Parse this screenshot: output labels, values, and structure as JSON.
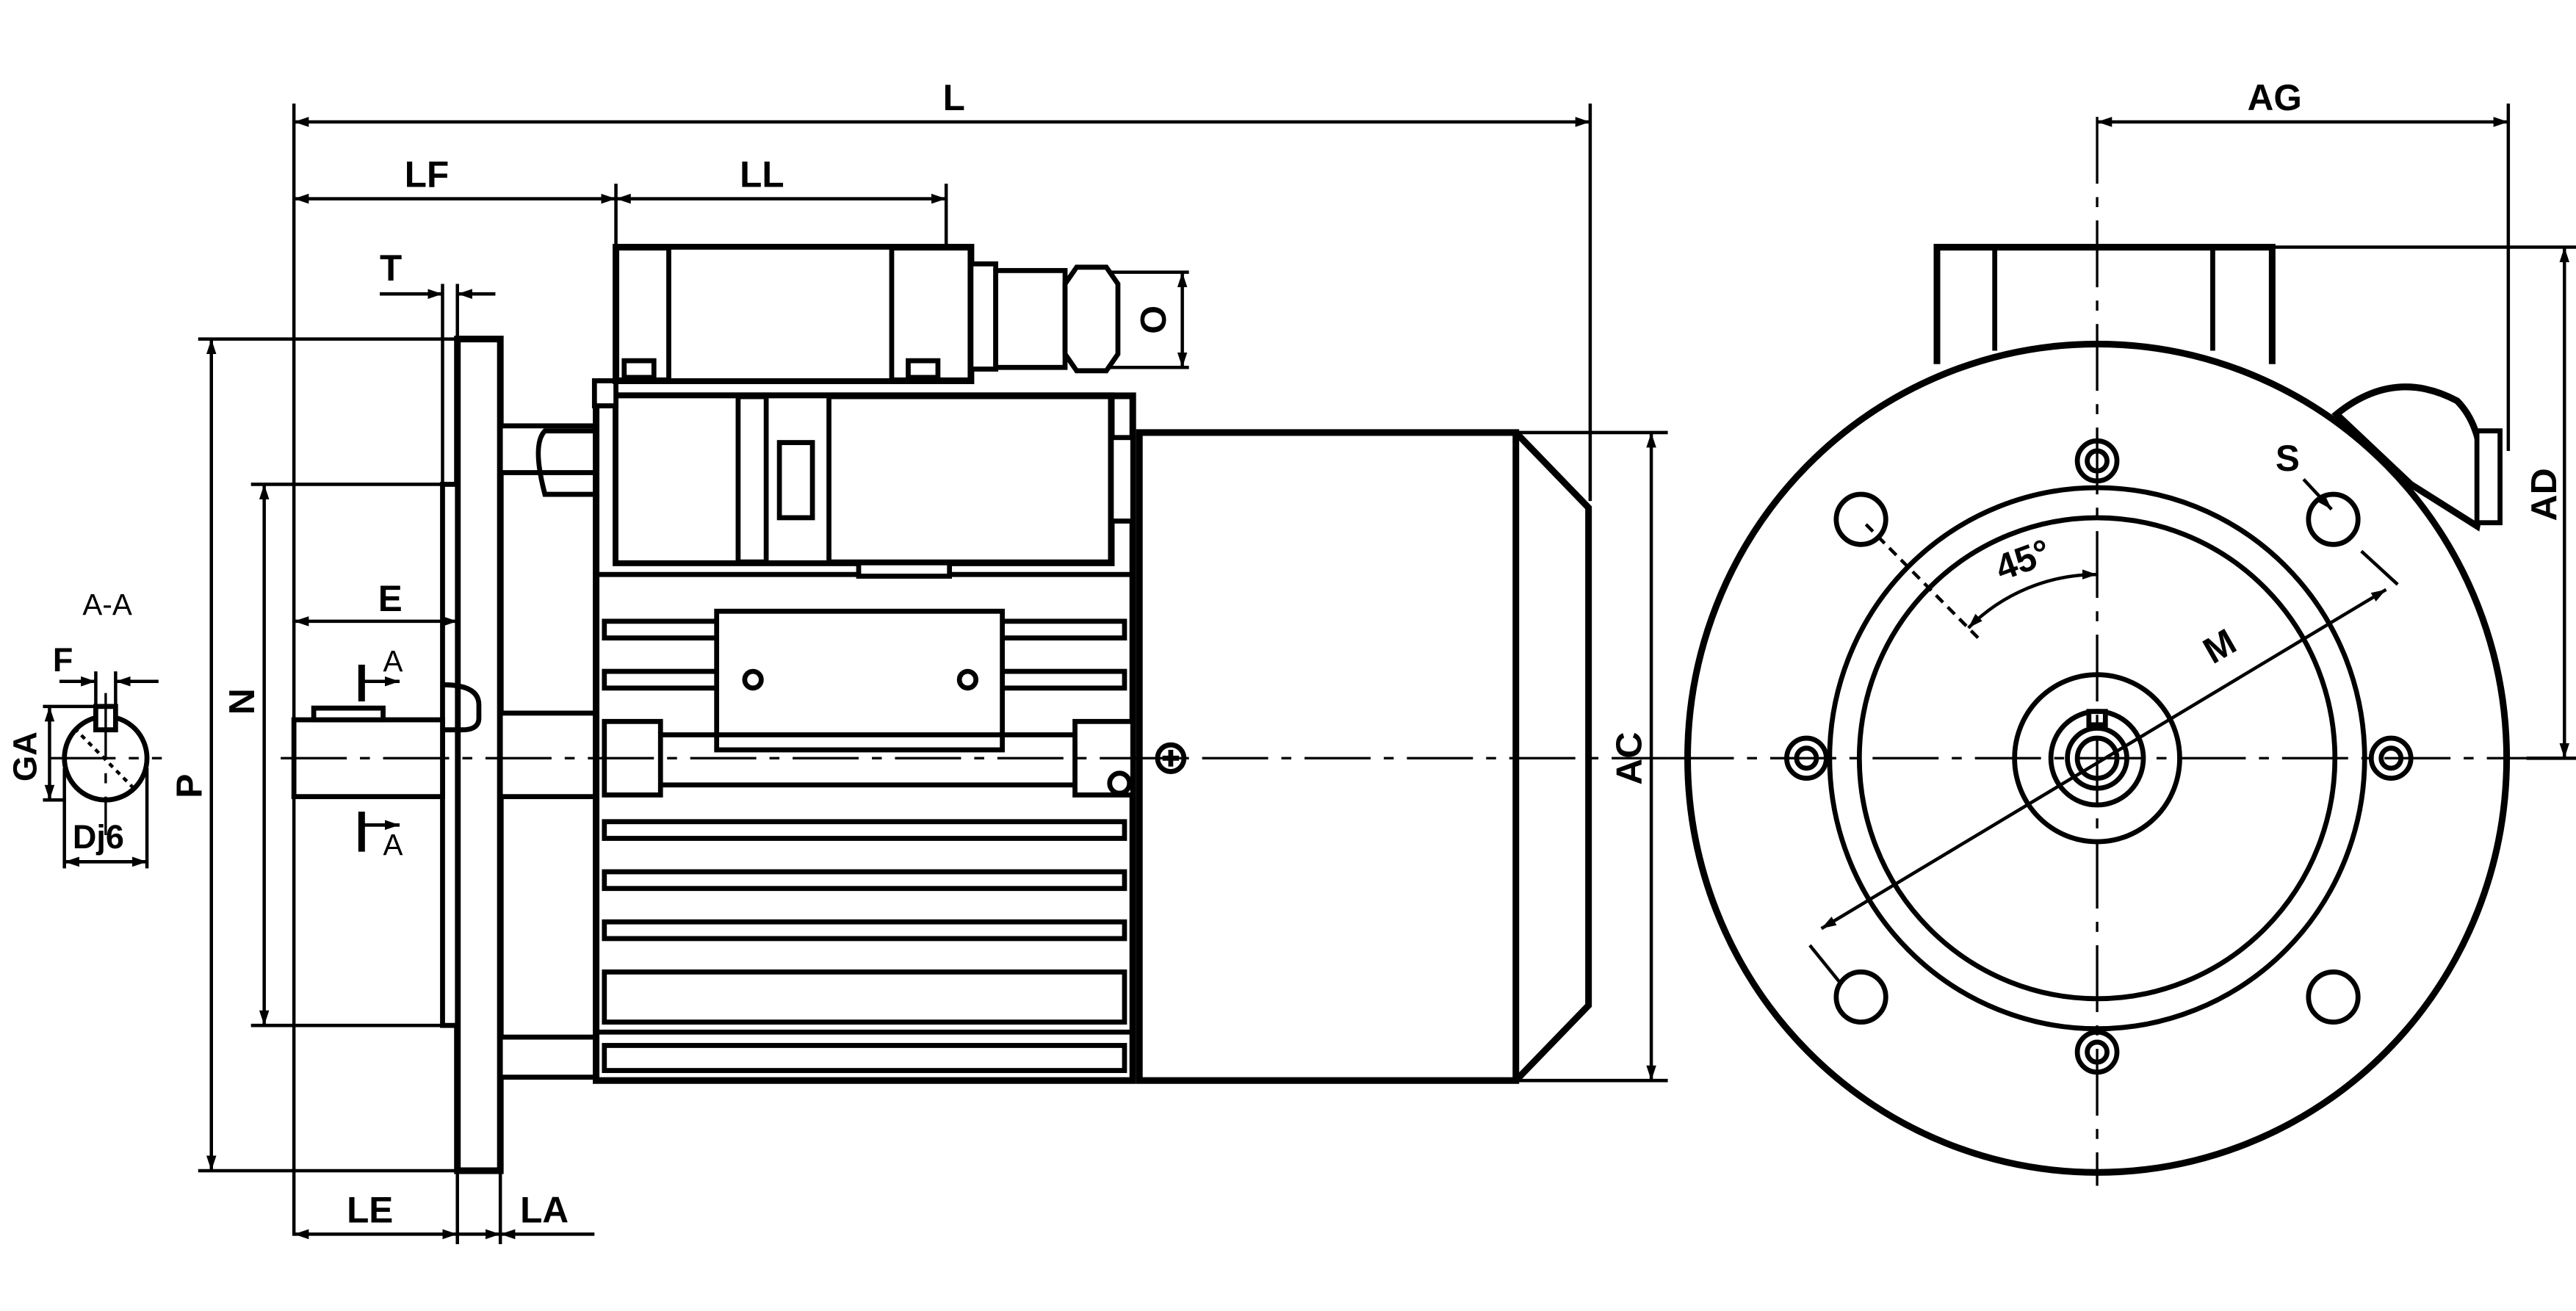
{
  "section_label": "A-A",
  "section_marks": [
    "A",
    "A"
  ],
  "dimensions": {
    "L": "L",
    "LF": "LF",
    "LL": "LL",
    "T": "T",
    "O": "O",
    "E": "E",
    "N": "N",
    "P": "P",
    "AC": "AC",
    "LE": "LE",
    "LA": "LA",
    "F": "F",
    "GA": "GA",
    "Dj6": "Dj6",
    "AG": "AG",
    "AD": "AD",
    "S": "S",
    "M": "M",
    "angle": "45°"
  }
}
